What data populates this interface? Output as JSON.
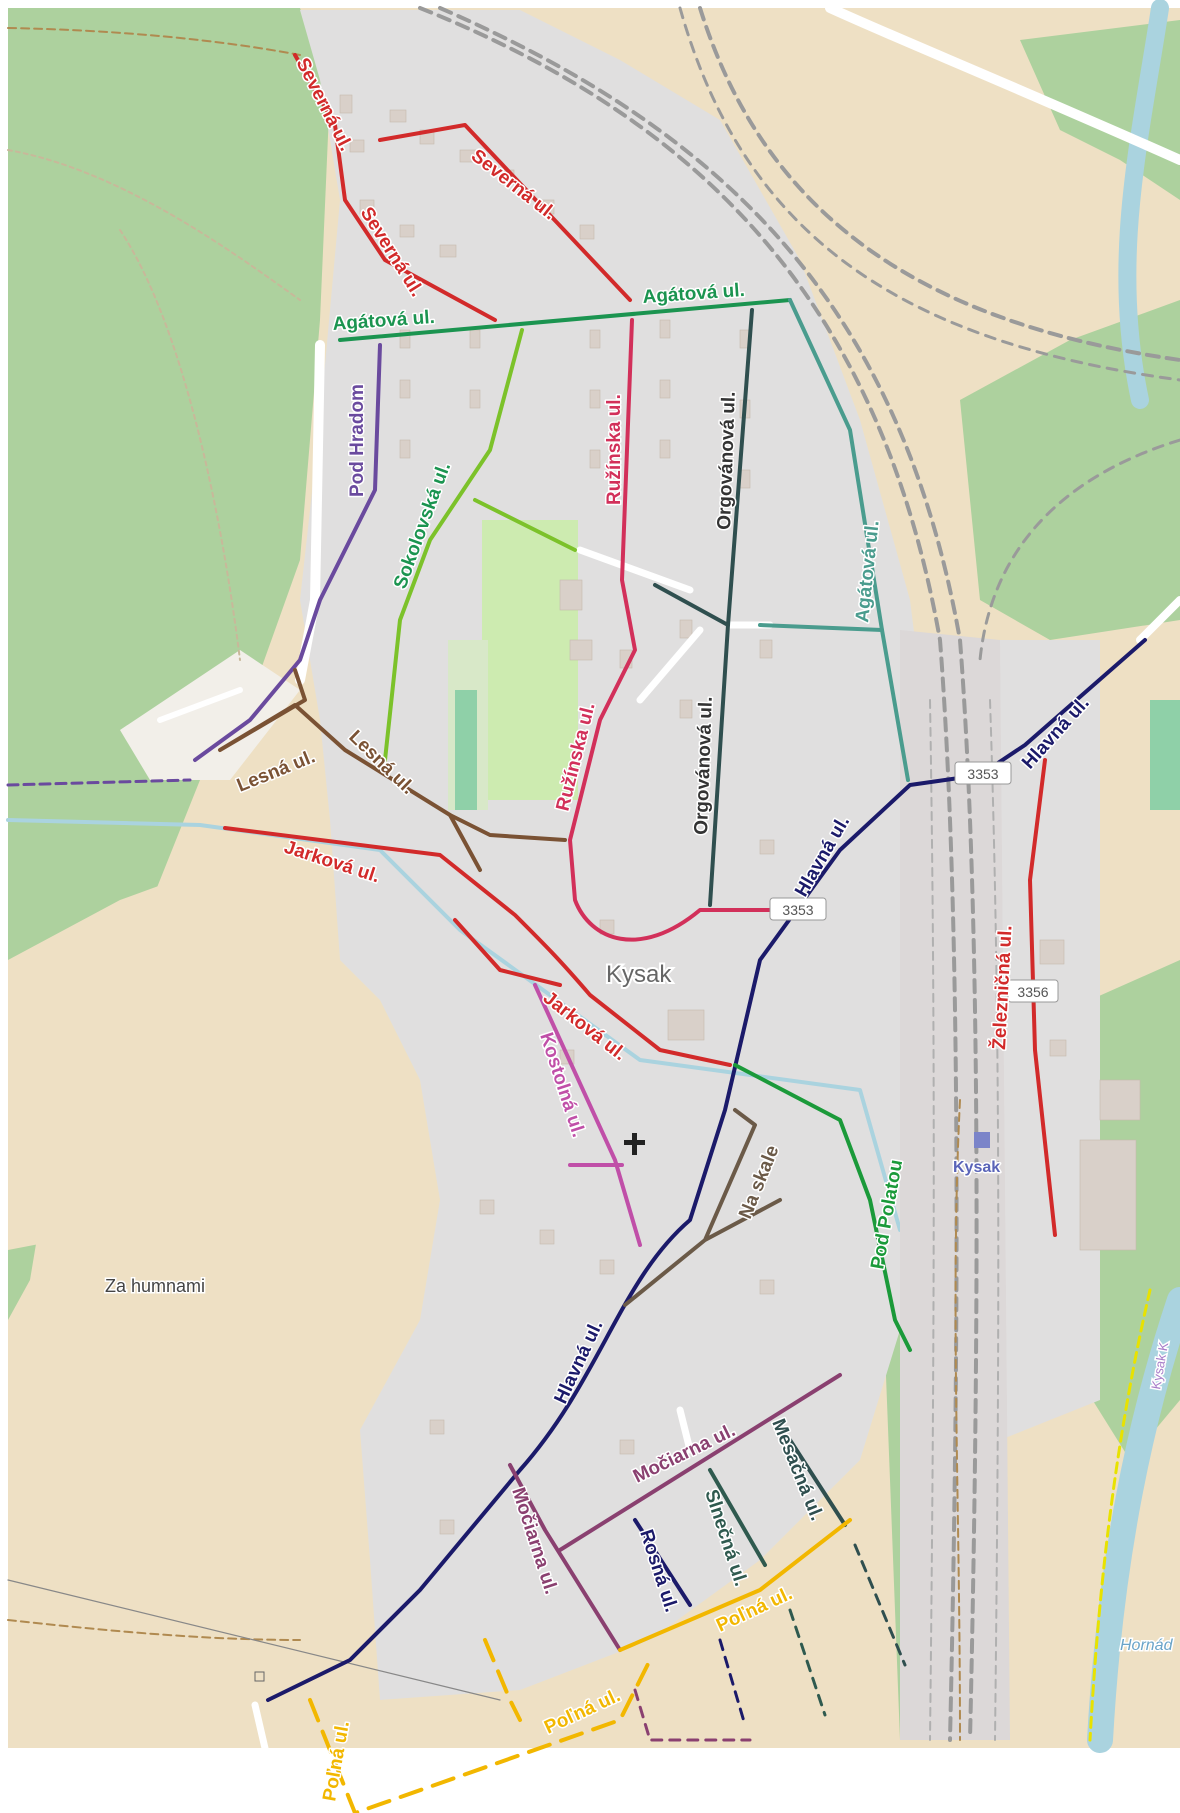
{
  "colors": {
    "forest": "#add19e",
    "farmland": "#eee0c4",
    "residential": "#e0dfdf",
    "grass": "#cdebb0",
    "river": "#aad3df",
    "rail": "#888888",
    "severna": "#d22a2a",
    "agatova_top": "#1b9450",
    "agatova_side": "#4a9c8e",
    "podhradom": "#6a4a9e",
    "sokolovska": "#7cc22a",
    "ruzinska": "#d2305a",
    "orgovanova": "#2f4f4f",
    "lesna": "#7a5234",
    "jarkova": "#d22a2a",
    "hlavna": "#1b1a6a",
    "kostolna": "#c04fa8",
    "naskale": "#6b5a48",
    "podpolatou": "#1b9a3a",
    "zeleznicna": "#d22a2a",
    "mociarna": "#8a4070",
    "rosna": "#1b1a6a",
    "slnecna": "#2f5a4f",
    "mesacna": "#2f4f4f",
    "polna": "#f2b700"
  },
  "streets": {
    "severna1": "Severná ul.",
    "severna2": "Severná ul.",
    "severna3": "Severná ul.",
    "agatova1": "Agátová ul.",
    "agatova2": "Agátová ul.",
    "agatova3": "Agátová ul.",
    "podhradom": "Pod Hradom",
    "sokolovska": "Sokolovská ul.",
    "ruzinska1": "Ružínska ul.",
    "ruzinska2": "Ružínska ul.",
    "orgovanova1": "Orgovánová ul.",
    "orgovanova2": "Orgovánová ul.",
    "lesna1": "Lesná ul.",
    "lesna2": "Lesná ul.",
    "jarkova1": "Jarková ul.",
    "jarkova2": "Jarková ul.",
    "hlavna1": "Hlavná ul.",
    "hlavna2": "Hlavná ul.",
    "hlavna3": "Hlavná ul.",
    "kostolna": "Kostolná ul.",
    "naskale": "Na skale",
    "podpolatou": "Pod Polatou",
    "zeleznicna": "Železničná ul.",
    "mociarna1": "Močiarna ul.",
    "mociarna2": "Močiarna ul.",
    "rosna": "Rosná ul.",
    "slnecna": "Slnečná ul.",
    "mesacna": "Mesačná ul.",
    "polna1": "Poľná ul.",
    "polna2": "Poľná ul.",
    "polna3": "Poľná ul."
  },
  "places": {
    "town": "Kysak",
    "za_humnami": "Za humnami",
    "station": "Kysak",
    "river": "Hornád",
    "kysak_k": "Kysak K"
  },
  "shields": {
    "road_3353a": "3353",
    "road_3353b": "3353",
    "road_3356": "3356"
  },
  "icons": {
    "church": "church-cross-icon",
    "station": "railway-station-icon"
  }
}
